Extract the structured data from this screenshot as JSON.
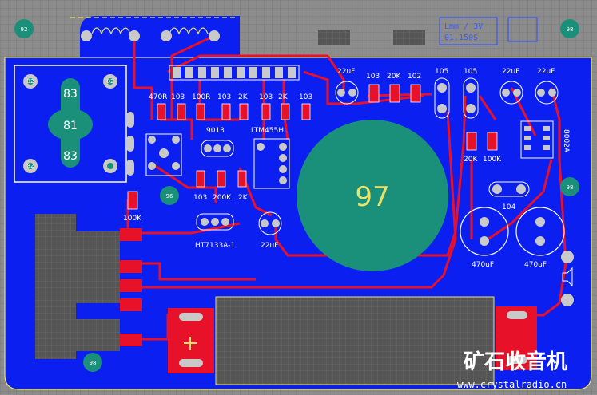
{
  "board": {
    "mount_holes": [
      "92",
      "98",
      "98",
      "96",
      "98"
    ],
    "center_hole": "97",
    "pot_pads": [
      "83",
      "81",
      "83"
    ],
    "side_pads": [
      "82",
      "82",
      "82"
    ],
    "watermark": {
      "title": "矿石收音机",
      "url": "www.crystalradio.cn"
    },
    "ghost_text": [
      "Lmm / 3V",
      "01.150S"
    ]
  },
  "components": {
    "r_row": [
      "470R",
      "103",
      "100R",
      "103",
      "2K",
      "103",
      "2K",
      "103"
    ],
    "transistor_1": "9013",
    "filter": "LTM455H",
    "r_bottom": [
      "103",
      "200K",
      "2K"
    ],
    "r_left": "100K",
    "regulator": "HT7133A-1",
    "cap_22uf": [
      "22uF",
      "22uF",
      "22uF",
      "22uF"
    ],
    "r_top_mid": [
      "103",
      "20K",
      "102"
    ],
    "c_105": [
      "105",
      "105"
    ],
    "r_20k": "20K",
    "r_100k": "100K",
    "ic_8002": "8002A",
    "c_104": "104",
    "c_470": [
      "470uF",
      "470uF"
    ]
  },
  "colors": {
    "board": "#0b1ff0",
    "trace": "#e8112a",
    "pad": "#c9c9c9",
    "pad_hole": "#1a8f7a",
    "silk": "#ffffff",
    "copper_top": "#e8112a"
  }
}
